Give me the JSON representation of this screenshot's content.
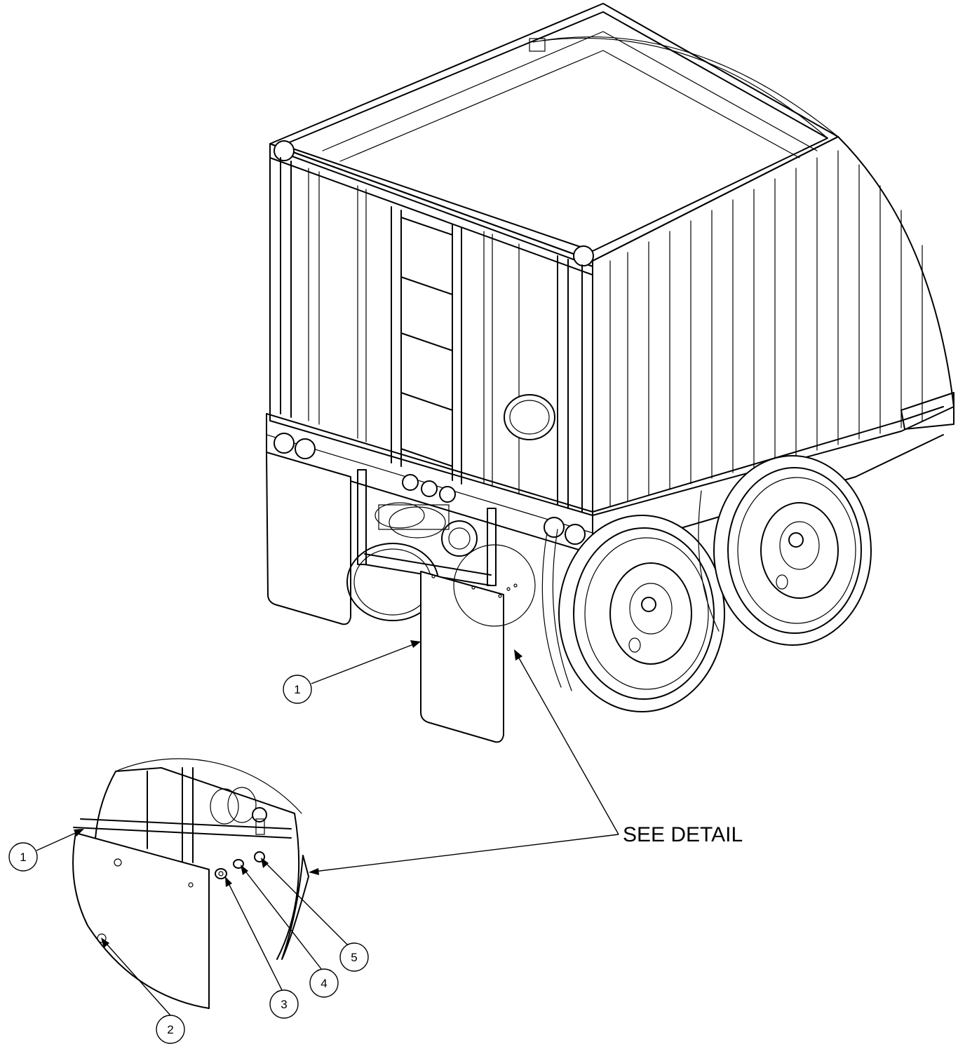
{
  "callouts": {
    "item_1_main": "1",
    "item_1_detail": "1",
    "item_2": "2",
    "item_3": "3",
    "item_4": "4",
    "item_5": "5"
  },
  "note": {
    "see_detail": "SEE DETAIL"
  },
  "icons": {
    "trailer": "grain-trailer-drawing",
    "detail_view": "mud-flap-detail-view"
  },
  "colors": {
    "line": "#000000",
    "background": "#ffffff"
  }
}
